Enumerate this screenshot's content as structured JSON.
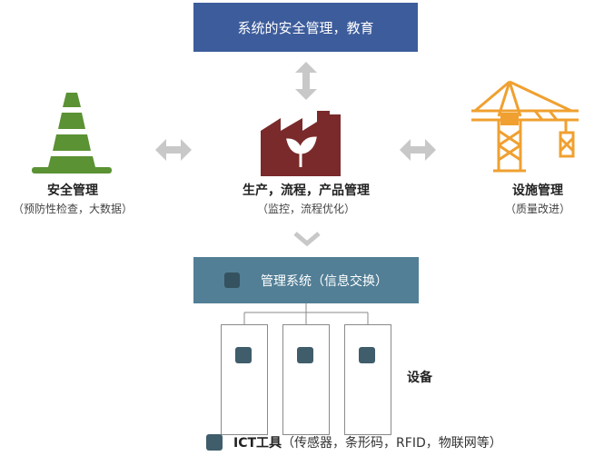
{
  "top_box": {
    "label": "系统的安全管理，教育"
  },
  "left": {
    "title": "安全管理",
    "subtitle": "（预防性检查，大数据）"
  },
  "center": {
    "title": "生产，流程，产品管理",
    "subtitle": "（监控，流程优化）"
  },
  "right": {
    "title": "设施管理",
    "subtitle": "（质量改进）"
  },
  "mgmt_box": {
    "label": "管理系统（信息交换）"
  },
  "devices": {
    "label": "设备"
  },
  "ict": {
    "title": "ICT工具",
    "detail": "（传感器，条形码，RFID，物联网等）"
  },
  "colors": {
    "top_box": "#3d5c9b",
    "mgmt_box": "#527f96",
    "cone": "#5b9234",
    "factory": "#7a2a2a",
    "crane": "#f0a030",
    "arrow": "#c8c8c8",
    "device_square": "#3f5d6b"
  },
  "icons": [
    "traffic-cone-icon",
    "factory-icon",
    "tower-crane-icon"
  ]
}
